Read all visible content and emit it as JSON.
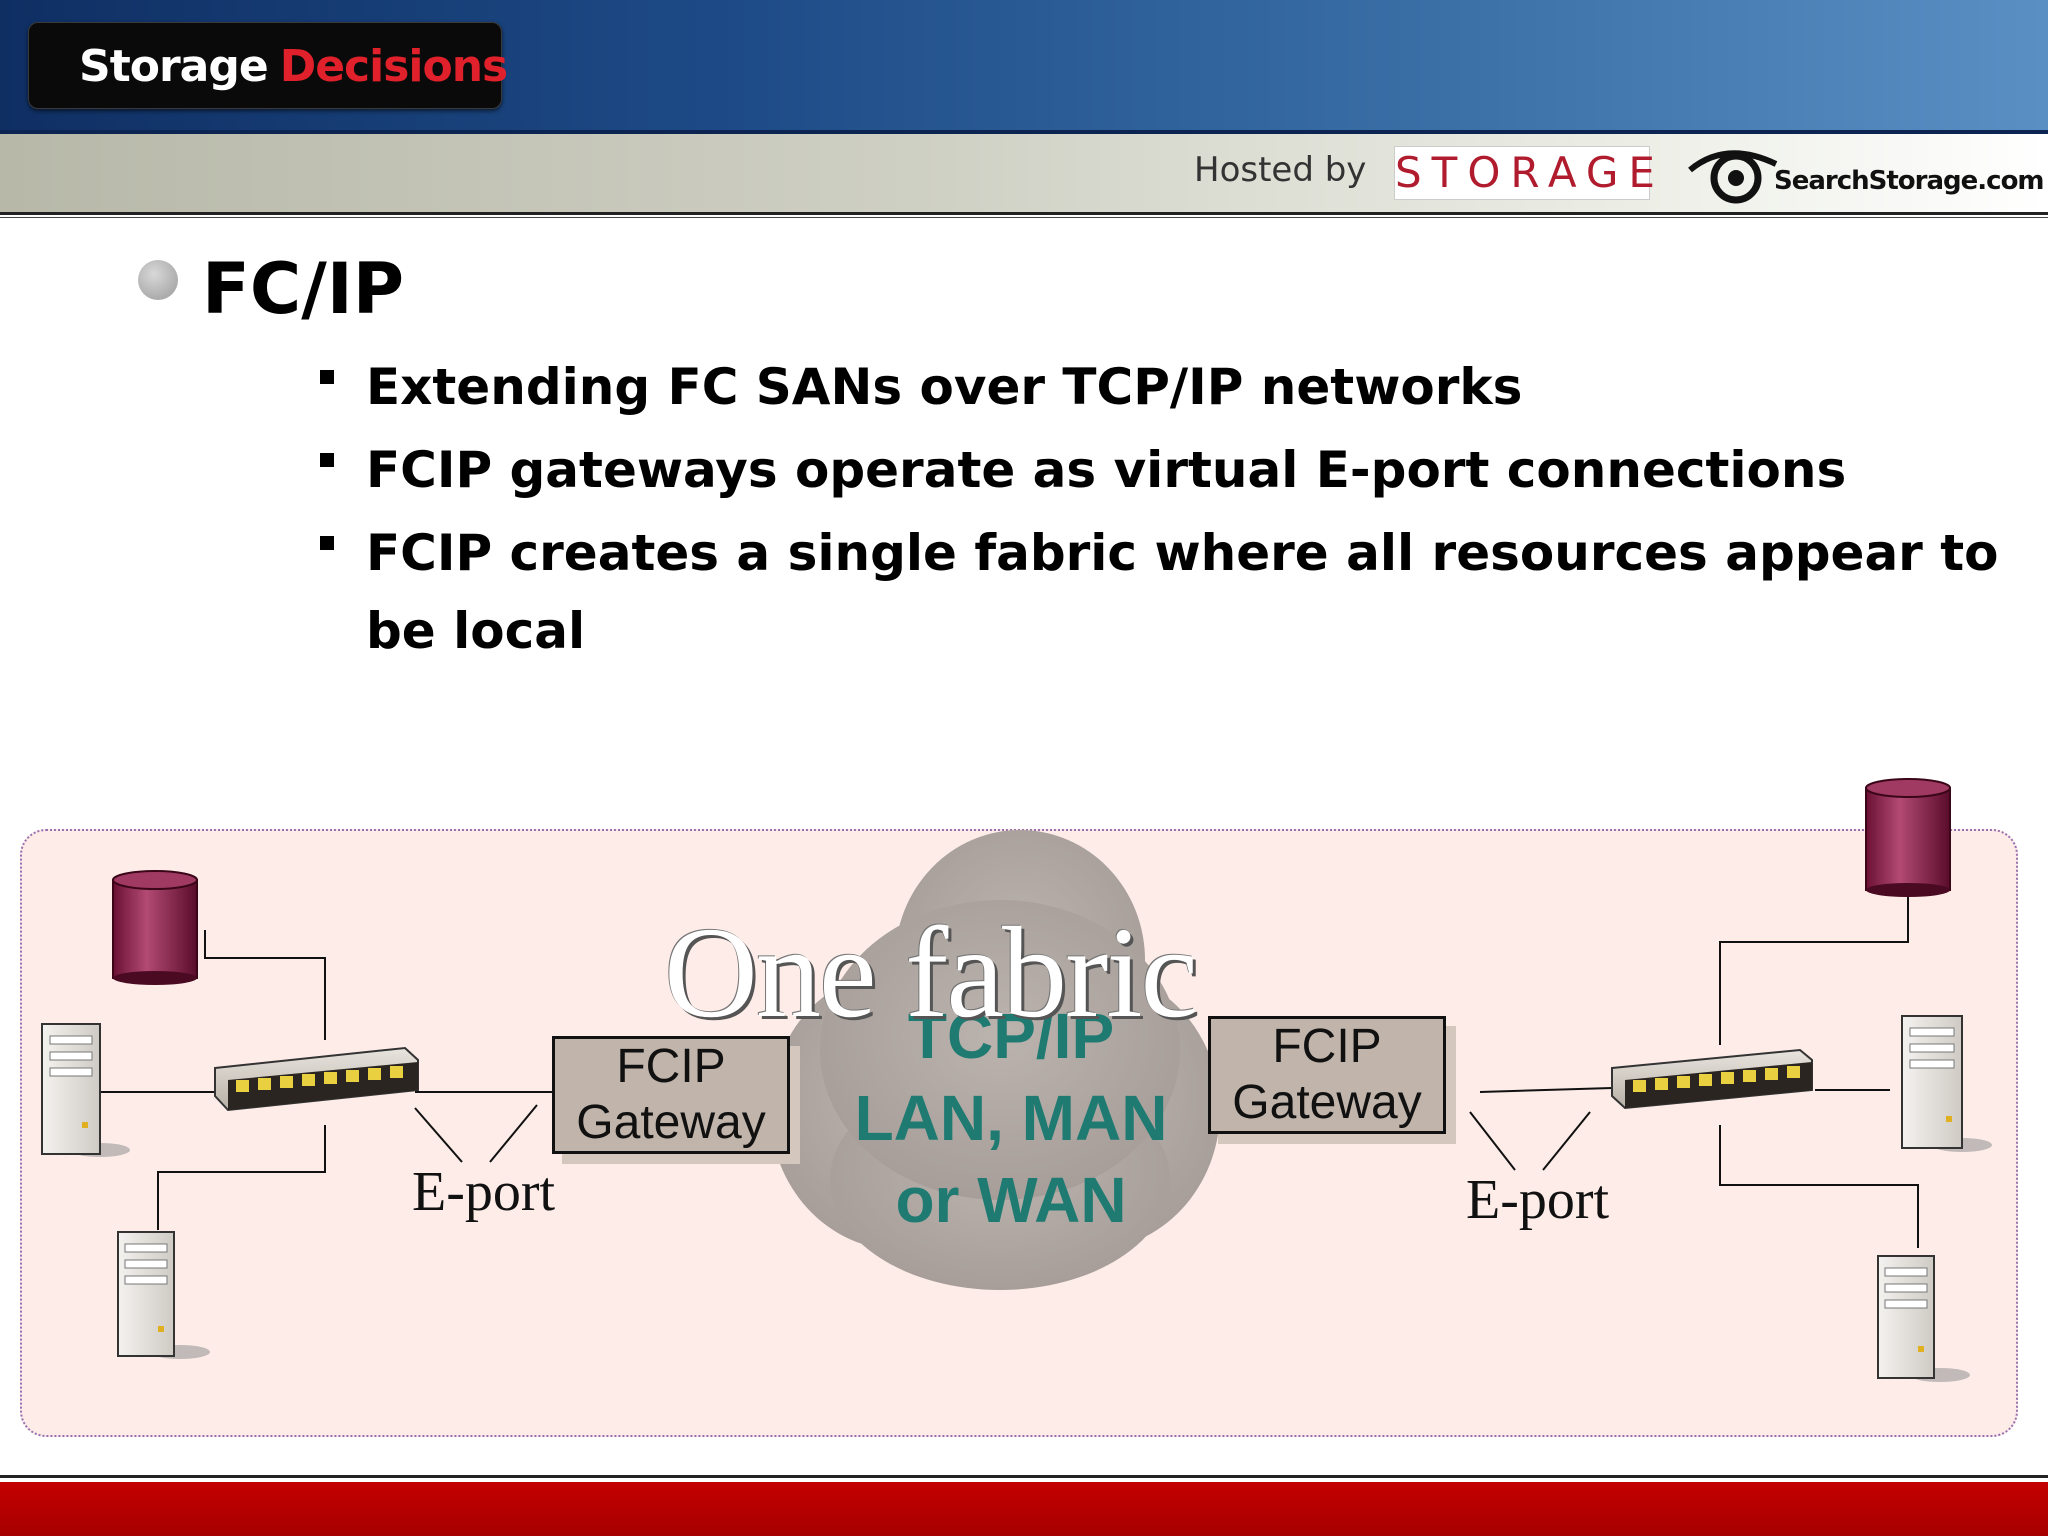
{
  "header": {
    "logo_part1": "Storage",
    "logo_part2": "Decisions",
    "hosted_by": "Hosted by",
    "storage_brand": "STORAGE",
    "search_brand": "SearchStorage.com"
  },
  "slide": {
    "title": "FC/IP",
    "bullets": [
      "Extending FC SANs over TCP/IP networks",
      "FCIP gateways operate as virtual E-port connections",
      "FCIP creates a single fabric where all resources appear to be local"
    ]
  },
  "diagram": {
    "overlay_text": "One fabric",
    "cloud": {
      "line1": "TCP/IP",
      "line2": "LAN, MAN",
      "line3": "or WAN"
    },
    "left_gateway": "FCIP\nGateway",
    "right_gateway": "FCIP\nGateway",
    "left_eport": "E-port",
    "right_eport": "E-port"
  },
  "colors": {
    "brand_red": "#e0212b",
    "cloud_text": "#1f7a72",
    "diagram_bg": "#fdece8",
    "footer_red": "#c40000"
  }
}
